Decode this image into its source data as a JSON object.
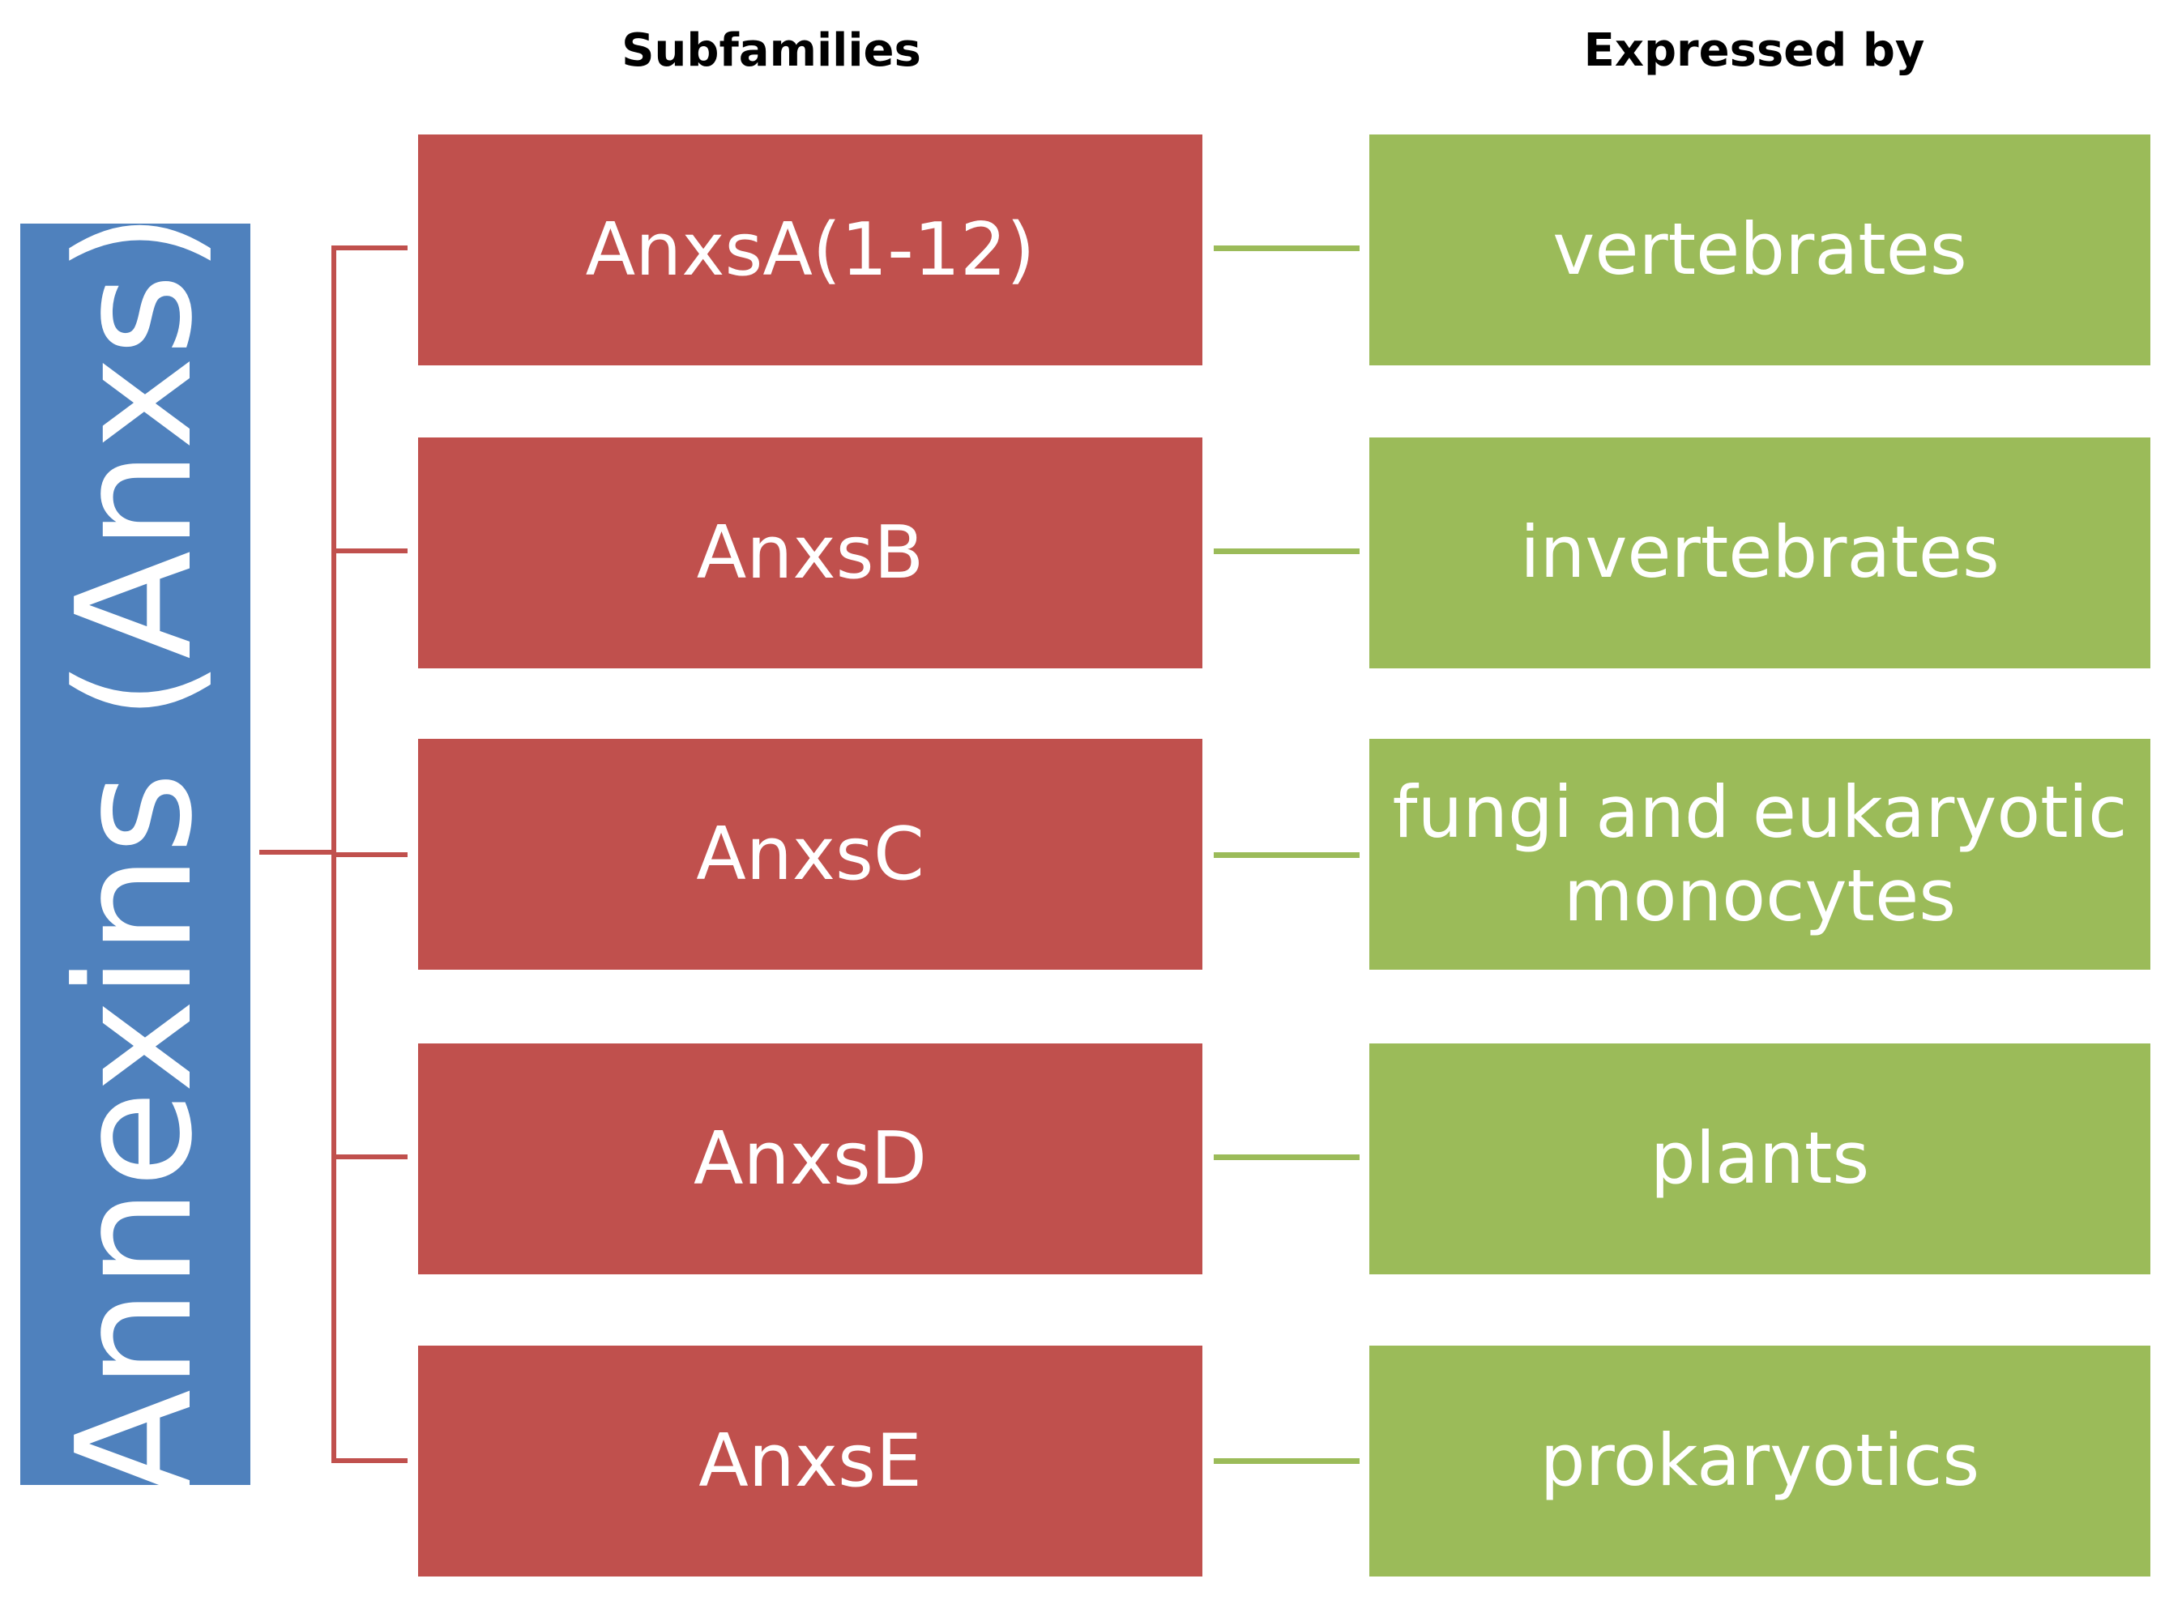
{
  "headers": {
    "subfamilies": "Subfamilies",
    "expressed_by": "Expressed by"
  },
  "root": {
    "label": "Annexins (Anxs)",
    "color": "#4f81bd"
  },
  "subfamilies": [
    {
      "label": "AnxsA(1-12)",
      "expressed_by": "vertebrates"
    },
    {
      "label": "AnxsB",
      "expressed_by": "invertebrates"
    },
    {
      "label": "AnxsC",
      "expressed_by": "fungi and eukaryotic monocytes"
    },
    {
      "label": "AnxsD",
      "expressed_by": "plants"
    },
    {
      "label": "AnxsE",
      "expressed_by": "prokaryotics"
    }
  ],
  "colors": {
    "subfamily": "#c0504d",
    "expressed_by": "#9bbb59",
    "text": "#ffffff"
  }
}
